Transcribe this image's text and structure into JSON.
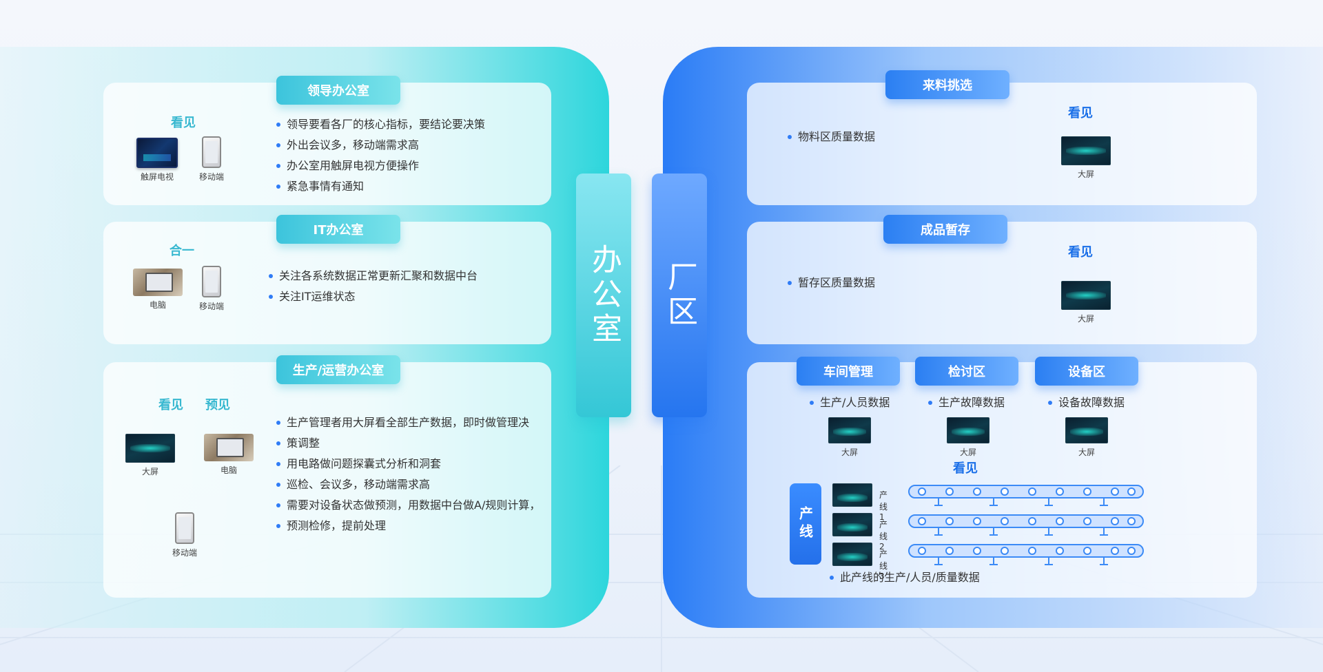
{
  "office": {
    "title": "办公室",
    "leader": {
      "title": "领导办公室",
      "see": "看见",
      "devices": [
        "触屏电视",
        "移动端"
      ],
      "items": [
        "领导要看各厂的核心指标，要结论要决策",
        "外出会议多，移动端需求高",
        "办公室用触屏电视方便操作",
        "紧急事情有通知"
      ]
    },
    "it": {
      "title": "IT办公室",
      "see": "合一",
      "devices": [
        "电脑",
        "移动端"
      ],
      "items": [
        "关注各系统数据正常更新汇聚和数据中台",
        "关注IT运维状态"
      ]
    },
    "prod": {
      "title": "生产/运营办公室",
      "see": "看见",
      "foresee": "预见",
      "devices": [
        "大屏",
        "电脑",
        "移动端"
      ],
      "items": [
        "生产管理者用大屏看全部生产数据，即时做管理决",
        "策调整",
        "用电路做问题探囊式分析和洞套",
        "巡检、会议多，移动端需求高",
        "需要对设备状态做预测，用数据中台做A/规则计算，",
        "预测检修，提前处理"
      ]
    }
  },
  "factory": {
    "title": "厂区",
    "incoming": {
      "title": "来料挑选",
      "see": "看见",
      "device": "大屏",
      "items": [
        "物料区质量数据"
      ]
    },
    "finished": {
      "title": "成品暂存",
      "see": "看见",
      "device": "大屏",
      "items": [
        "暂存区质量数据"
      ]
    },
    "shop": {
      "areas": [
        {
          "title": "车间管理",
          "item": "生产/人员数据",
          "device": "大屏"
        },
        {
          "title": "检讨区",
          "item": "生产故障数据",
          "device": "大屏"
        },
        {
          "title": "设备区",
          "item": "设备故障数据",
          "device": "大屏"
        }
      ],
      "see": "看见",
      "line_title": "产线",
      "lines": [
        "产线1",
        "产线2",
        "产线3"
      ],
      "line_note": "此产线的生产/人员/质量数据"
    }
  },
  "colors": {
    "teal": "#2fd6dc",
    "blue": "#2a7cf6"
  }
}
